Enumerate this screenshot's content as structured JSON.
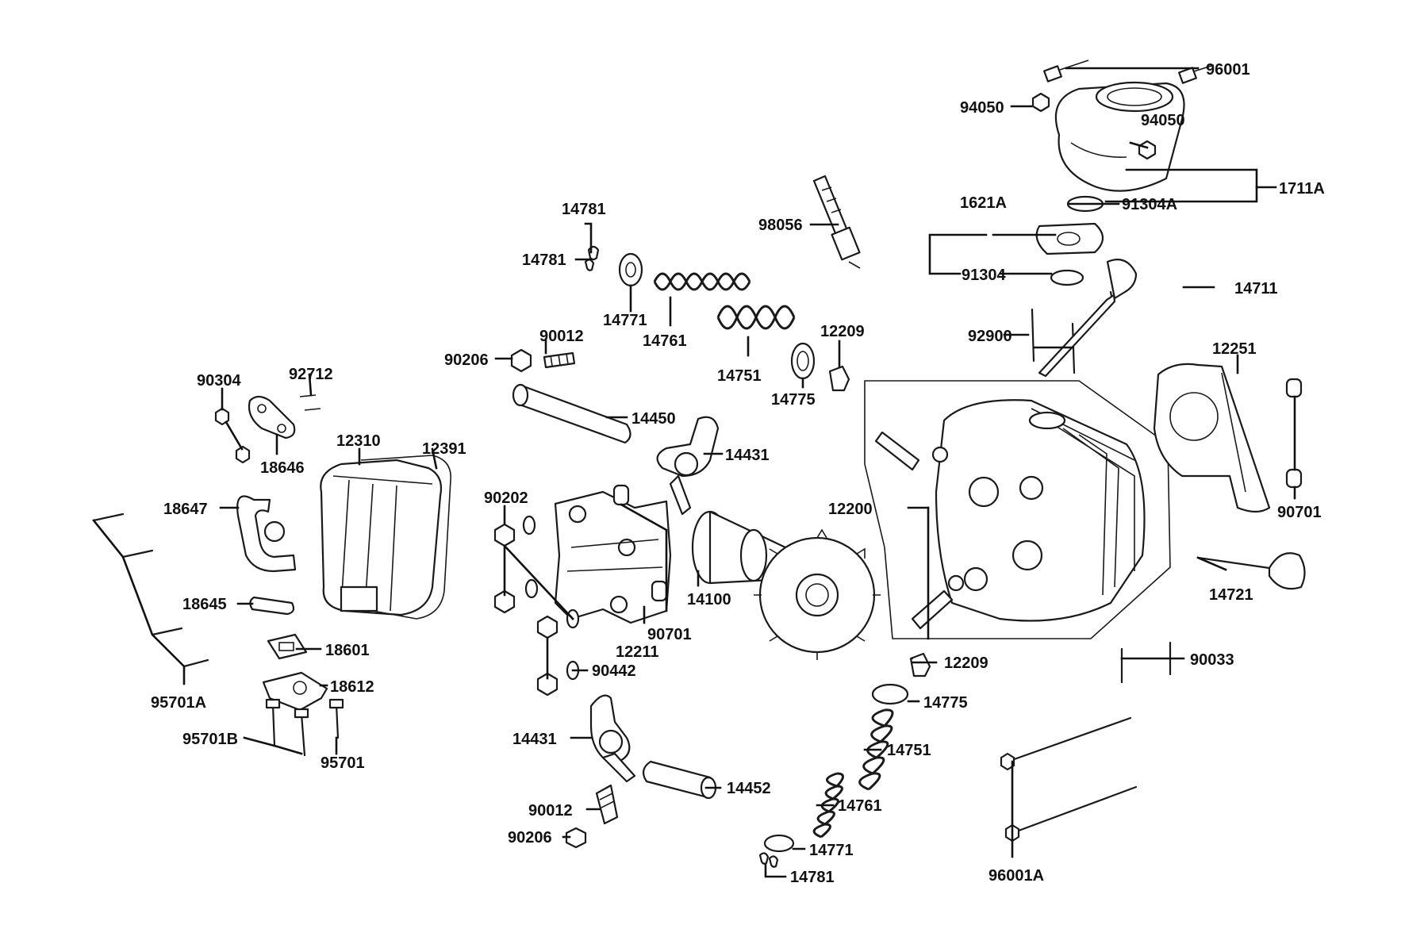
{
  "labels": {
    "p96001": "96001",
    "p94050a": "94050",
    "p94050b": "94050",
    "p1711A": "1711A",
    "p91304A": "91304A",
    "p1621A": "1621A",
    "p91304": "91304",
    "p98056": "98056",
    "p14781a": "14781",
    "p14781b": "14781",
    "p14771a": "14771",
    "p14761a": "14761",
    "p14751a": "14751",
    "p12209a": "12209",
    "p14775a": "14775",
    "p90012a": "90012",
    "p90206a": "90206",
    "p14711": "14711",
    "p92900": "92900",
    "p12251": "12251",
    "p90304": "90304",
    "p92712": "92712",
    "p18646": "18646",
    "p12310": "12310",
    "p12391": "12391",
    "p14450": "14450",
    "p14431a": "14431",
    "p90202": "90202",
    "p18647": "18647",
    "p12200": "12200",
    "p90701a": "90701",
    "p14721": "14721",
    "p14100": "14100",
    "p90701b": "90701",
    "p12211": "12211",
    "p18645": "18645",
    "p18601": "18601",
    "p90442": "90442",
    "p18612": "18612",
    "p95701A": "95701A",
    "p95701B": "95701B",
    "p95701": "95701",
    "p12209b": "12209",
    "p90033": "90033",
    "p14775b": "14775",
    "p14751b": "14751",
    "p14431b": "14431",
    "p14452": "14452",
    "p14761b": "14761",
    "p90012b": "90012",
    "p90206b": "90206",
    "p14771b": "14771",
    "p14781c": "14781",
    "p96001A": "96001A"
  }
}
